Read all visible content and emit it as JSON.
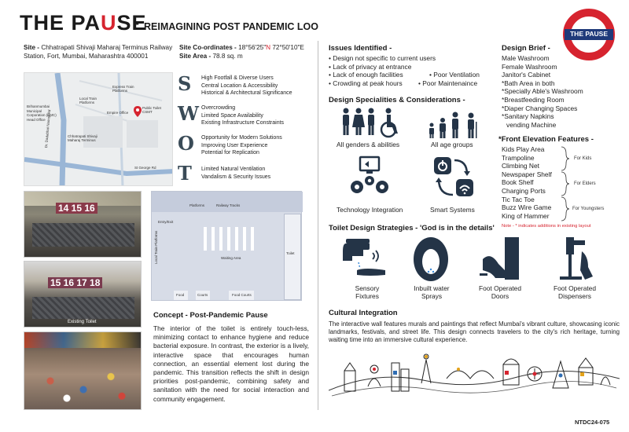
{
  "header": {
    "title_a": "THE PA",
    "title_u": "U",
    "title_b": "SE",
    "dash": "-",
    "subtitle": "REIMAGINING POST PANDEMIC LOO"
  },
  "logo": {
    "text": "THE PAUSE"
  },
  "site": {
    "site_label": "Site -",
    "site_value": "Chhatrapati Shivaji Maharaj Terminus Railway Station, Fort, Mumbai, Maharashtra 400001",
    "coord_label": "Site Co-ordinates -",
    "coord_value_a": "18°56'25\"",
    "coord_value_n": "N",
    "coord_value_b": " 72°50'10\"E",
    "area_label": "Site Area -",
    "area_value": "78.8 sq. m"
  },
  "map": {
    "labels": [
      "Brihanmumbai Municipal Corporation (BMC) Head Office",
      "Local Train Platforms",
      "Express Train Platforms",
      "Dr. Dadabhai Naoroji Rd",
      "Chhatrapati Shivaji Maharaj Terminus",
      "Empire Office",
      "Public Toilet CSMT",
      "St George Rd"
    ]
  },
  "swot": [
    {
      "letter": "S",
      "items": [
        "High Footfall & Diverse Users",
        "Central Location & Accessibility",
        "Historical & Architectural Significance"
      ]
    },
    {
      "letter": "W",
      "items": [
        "Overcrowding",
        "Limited Space Availability",
        "Existing Infrastructure Constraints"
      ]
    },
    {
      "letter": "O",
      "items": [
        "Opportunity for Modern Solutions",
        "Improving User Experience",
        "Potential for Replication"
      ]
    },
    {
      "letter": "T",
      "items": [
        "Limited Natural Ventilation",
        "Vandalism & Security Issues"
      ]
    }
  ],
  "photos": {
    "p1_numbers": "14  15  16",
    "p2_numbers": "15  16  17  18",
    "p2_caption": "Existing Toilet"
  },
  "plan": {
    "platforms": "Platforms",
    "railway_tracks": "Railway Tracks",
    "entry_exit": "Entry/Exit",
    "local_train": "Local Train Platforms",
    "waiting_area": "Waiting Area",
    "toilet": "Toilet",
    "food1": "Food",
    "courts": "Courts",
    "food2": "Food Courts"
  },
  "concept": {
    "title": "Concept - Post-Pandemic Pause",
    "body": "The interior of the toilet is entirely touch-less, minimizing contact to enhance hygiene and reduce bacterial exposure. In contrast, the exterior is a lively, interactive space that encourages human connection, an essential element lost during the pandemic. This transition reflects the shift in design priorities post-pandemic, combining safety and sanitation with the need for social interaction and community engagement."
  },
  "issues": {
    "title": "Issues Identified -",
    "items": [
      "Design not specific to current users",
      "Lack of privacy at entrance",
      "Lack of enough facilities",
      "Crowding at peak hours"
    ],
    "items2": [
      "Poor Ventilation",
      "Poor Maintenaince"
    ]
  },
  "specialities": {
    "title": "Design Specialities & Considerations -",
    "labels": [
      "All genders & abilities",
      "All age groups",
      "Technology Integration",
      "Smart Systems"
    ]
  },
  "brief": {
    "title": "Design Brief -",
    "items": [
      "Male Washroom",
      "Female Washroom",
      "Janitor's Cabinet",
      "*Bath Area in both",
      "*Specially Able's Washroom",
      "*Breastfeeding Room",
      "*Diaper Changing Spaces",
      "*Sanitary Napkins",
      "vending Machine"
    ]
  },
  "elevation": {
    "title": "*Front Elevation Features -",
    "items": [
      "Kids Play Area",
      "Trampoline",
      "Climbing Net",
      "Newspaper Shelf",
      "Book Shelf",
      "Charging Ports",
      "Tic Tac Toe",
      "Buzz Wire Game",
      "King of Hammer"
    ],
    "groups": [
      "For Kids",
      "For Elders",
      "For Youngsters"
    ],
    "note": "Note - * indicates additions in existing layout"
  },
  "strategies": {
    "title": "Toilet Design Strategies - 'God is in the details'",
    "labels": [
      [
        "Sensory",
        "Fixtures"
      ],
      [
        "Inbuilt water",
        "Sprays"
      ],
      [
        "Foot Operated",
        "Doors"
      ],
      [
        "Foot Operated",
        "Dispensers"
      ]
    ]
  },
  "cultural": {
    "title": "Cultural Integration",
    "body": "The interactive wall features murals and paintings that reflect Mumbai's vibrant culture, showcasing iconic landmarks, festivals, and street life. This design connects travelers to the city's rich heritage, turning waiting time into an immersive cultural experience."
  },
  "footer": {
    "code": "NTDC24-075"
  },
  "colors": {
    "accent_red": "#d6242f",
    "navy": "#1f3a7a",
    "icon": "#243447"
  }
}
